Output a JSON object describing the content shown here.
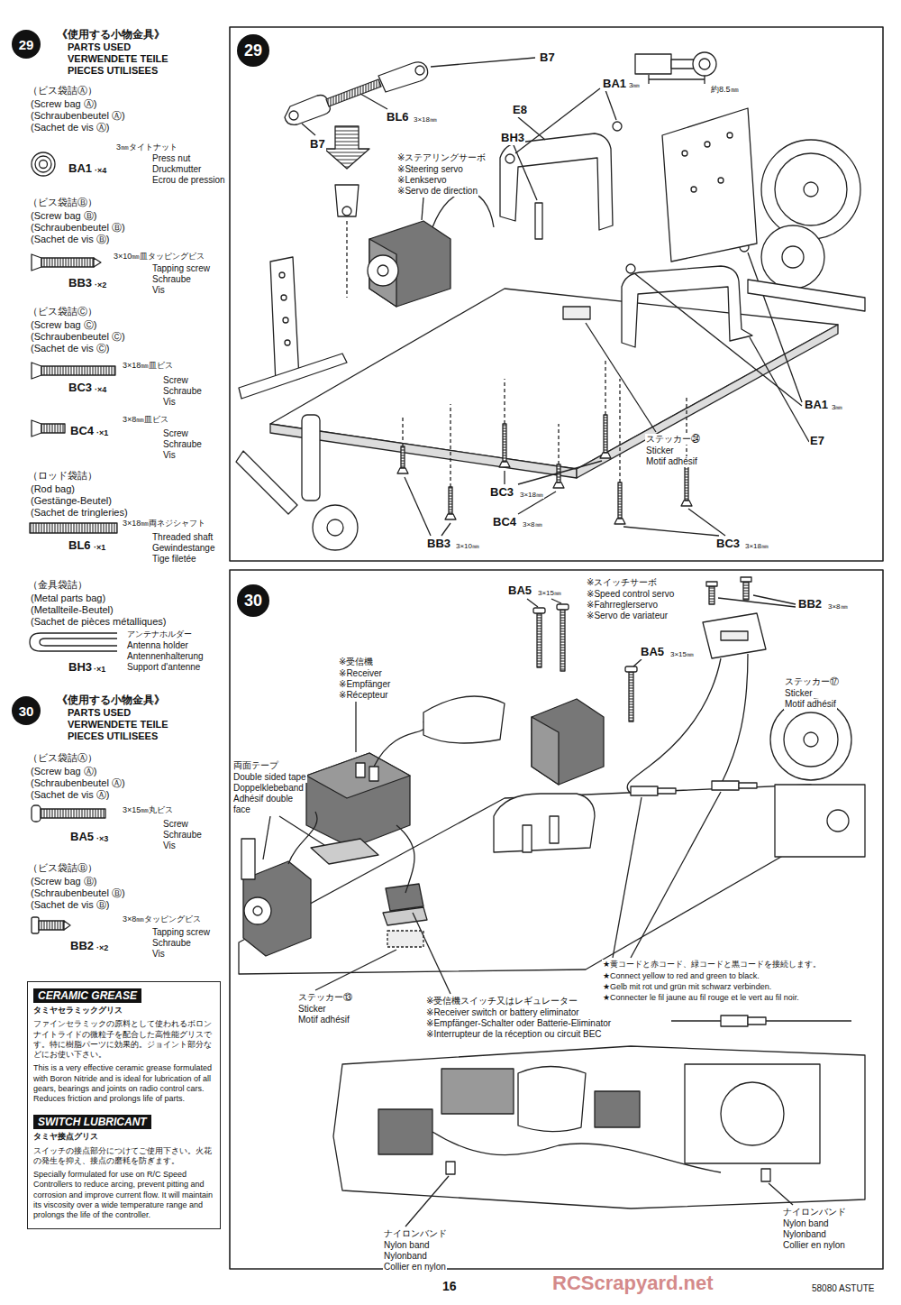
{
  "diagram": {
    "nodes": [
      {
        "text": [
          "29"
        ]
      },
      {
        "text": [
          "29"
        ]
      },
      {
        "text": [
          "30"
        ]
      },
      {
        "text": [
          "30"
        ]
      },
      {
        "text": [
          "CERAMIC GREASE",
          "タミヤセラミックグリス",
          "ファインセラミックの原料として使われるボロンナイトライドの微粒子を配合した高性能グリスです。特に樹脂パーツに効果的。ジョイント部分などにお使い下さい。",
          "This is a very effective ceramic grease formulated with Boron Nitride and is ideal for lubrication of all gears, bearings and joints on radio control cars. Reduces friction and prolongs life of parts.",
          "SWITCH LUBRICANT",
          "タミヤ接点グリス",
          "スイッチの接点部分につけてご使用下さい。火花の発生を抑え、接点の磨耗を防ぎます。",
          "Specially formulated for use on R/C Speed Controllers to reduce arcing, prevent pitting and corrosion and improve current flow. It will maintain its viscosity over a wide temperature range and prolongs the life of the controller."
        ]
      }
    ],
    "labels": [
      "《使用する小物金具》",
      "PARTS USED",
      "VERWENDETE TEILE",
      "PIECES UTILISEES",
      "（ビス袋詰Ⓐ）",
      "(Screw bag Ⓐ)",
      "(Schraubenbeutel Ⓐ)",
      "(Sachet de vis Ⓐ)",
      "3㎜タイトナット",
      "BA1",
      "·×4",
      "Press nut",
      "Druckmutter",
      "Ecrou de pression",
      "（ビス袋詰Ⓑ）",
      "(Screw bag Ⓑ)",
      "(Schraubenbeutel Ⓑ)",
      "(Sachet de vis Ⓑ)",
      "3×10㎜皿タッピングビス",
      "BB3",
      "·×2",
      "Tapping screw",
      "Schraube",
      "Vis",
      "（ビス袋詰Ⓒ）",
      "(Screw bag Ⓒ)",
      "(Schraubenbeutel Ⓒ)",
      "(Sachet de vis Ⓒ)",
      "3×18㎜皿ビス",
      "BC3",
      "·×4",
      "Screw",
      "Schraube",
      "Vis",
      "3×8㎜皿ビス",
      "BC4",
      "·×1",
      "Screw",
      "Schraube",
      "Vis",
      "（ロッド袋詰）",
      "(Rod bag)",
      "(Gestänge-Beutel)",
      "(Sachet de tringleries)",
      "3×18㎜両ネジシャフト",
      "BL6",
      "·×1",
      "Threaded shaft",
      "Gewindestange",
      "Tige filetée",
      "（金具袋詰）",
      "(Metal parts bag)",
      "(Metallteile-Beutel)",
      "(Sachet de pièces métalliques)",
      "アンテナホルダー",
      "Antenna holder",
      "Antennenhalterung",
      "Support d'antenne",
      "BH3",
      "·×1",
      "《使用する小物金具》",
      "PARTS USED",
      "VERWENDETE TEILE",
      "PIECES UTILISEES",
      "（ビス袋詰Ⓐ）",
      "(Screw bag Ⓐ)",
      "(Schraubenbeutel Ⓐ)",
      "(Sachet de vis Ⓐ)",
      "3×15㎜丸ビス",
      "BA5",
      "·×3",
      "Screw",
      "Schraube",
      "Vis",
      "（ビス袋詰Ⓑ）",
      "(Screw bag Ⓑ)",
      "(Schraubenbeutel Ⓑ)",
      "(Sachet de vis Ⓑ)",
      "3×8㎜タッピングビス",
      "BB2",
      "·×2",
      "Tapping screw",
      "Schraube",
      "Vis",
      "B7",
      "BL6",
      "3×18㎜",
      "B7",
      "E8",
      "BA1",
      "3㎜",
      "BH3",
      "約8.5㎜",
      "※ステアリングサーボ",
      "※Steering servo",
      "※Lenkservo",
      "※Servo de direction",
      "ステッカー㉔",
      "Sticker",
      "Motif adhésif",
      "BA1",
      "3㎜",
      "E7",
      "BC3",
      "3×18㎜",
      "BC4",
      "3×8㎜",
      "BB3",
      "3×10㎜",
      "BC3",
      "3×18㎜",
      "BA5",
      "3×15㎜",
      "※スイッチサーボ",
      "※Speed control servo",
      "※Fahrreglerservo",
      "※Servo de variateur",
      "BB2",
      "3×8㎜",
      "BA5",
      "3×15㎜",
      "ステッカー⑰",
      "Sticker",
      "Motif adhésif",
      "※受信機",
      "※Receiver",
      "※Empfänger",
      "※Récepteur",
      "両面テープ",
      "Double sided tape",
      "Doppelklebeband",
      "Adhésif double",
      "face",
      "★黄コードと赤コード、緑コードと黒コードを接続します。",
      "★Connect yellow to red and green to black.",
      "★Gelb mit rot und grün mit schwarz verbinden.",
      "★Connecter le fil jaune au fil rouge et le vert au fil noir.",
      "ステッカー⑬",
      "Sticker",
      "Motif adhésif",
      "※受信機スイッチ又はレギュレーター",
      "※Receiver switch or battery eliminator",
      "※Empfänger-Schalter oder Batterie-Eliminator",
      "※Interrupteur de la réception ou circuit BEC",
      "ナイロンバンド",
      "Nylon band",
      "Nylonband",
      "Collier en nylon",
      "ナイロンバンド",
      "Nylon band",
      "Nylonband",
      "Collier en nylon",
      "16",
      "58080 ASTUTE",
      "RCScrapyard.net"
    ]
  }
}
